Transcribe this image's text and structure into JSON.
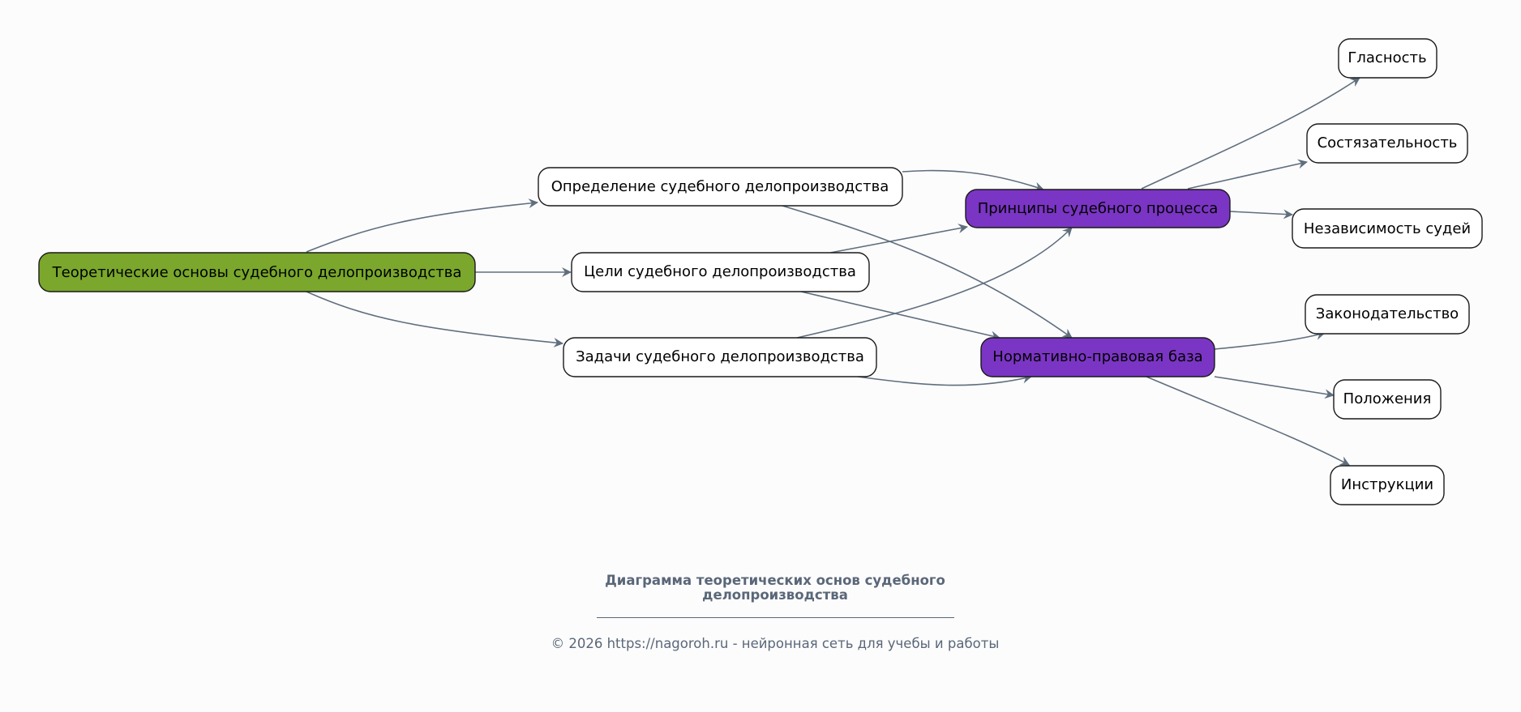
{
  "colors": {
    "background": "#fcfcfd",
    "root_fill": "#7aa72c",
    "hub_fill": "#7b35c4",
    "leaf_fill": "#ffffff",
    "edge": "#5f6e7d",
    "caption": "#5a6778"
  },
  "nodes": {
    "root": {
      "label": "Теоретические основы судебного делопроизводства",
      "kind": "root"
    },
    "definition": {
      "label": "Определение судебного делопроизводства",
      "kind": "leaf"
    },
    "goals": {
      "label": "Цели судебного делопроизводства",
      "kind": "leaf"
    },
    "tasks": {
      "label": "Задачи судебного делопроизводства",
      "kind": "leaf"
    },
    "principles": {
      "label": "Принципы судебного процесса",
      "kind": "hub"
    },
    "normative": {
      "label": "Нормативно-правовая база",
      "kind": "hub"
    },
    "publicity": {
      "label": "Гласность",
      "kind": "leaf"
    },
    "adversarial": {
      "label": "Состязательность",
      "kind": "leaf"
    },
    "independence": {
      "label": "Независимость судей",
      "kind": "leaf"
    },
    "legislation": {
      "label": "Законодательство",
      "kind": "leaf"
    },
    "regulations": {
      "label": "Положения",
      "kind": "leaf"
    },
    "instructions": {
      "label": "Инструкции",
      "kind": "leaf"
    }
  },
  "edges": [
    {
      "from": "root",
      "to": "definition"
    },
    {
      "from": "root",
      "to": "goals"
    },
    {
      "from": "root",
      "to": "tasks"
    },
    {
      "from": "definition",
      "to": "principles"
    },
    {
      "from": "definition",
      "to": "normative"
    },
    {
      "from": "goals",
      "to": "principles"
    },
    {
      "from": "goals",
      "to": "normative"
    },
    {
      "from": "tasks",
      "to": "principles"
    },
    {
      "from": "tasks",
      "to": "normative"
    },
    {
      "from": "principles",
      "to": "publicity"
    },
    {
      "from": "principles",
      "to": "adversarial"
    },
    {
      "from": "principles",
      "to": "independence"
    },
    {
      "from": "normative",
      "to": "legislation"
    },
    {
      "from": "normative",
      "to": "regulations"
    },
    {
      "from": "normative",
      "to": "instructions"
    }
  ],
  "caption": {
    "title_line1": "Диаграмма теоретических основ судебного",
    "title_line2": "делопроизводства",
    "footer": "© 2026 https://nagoroh.ru - нейронная сеть для учебы и работы"
  }
}
